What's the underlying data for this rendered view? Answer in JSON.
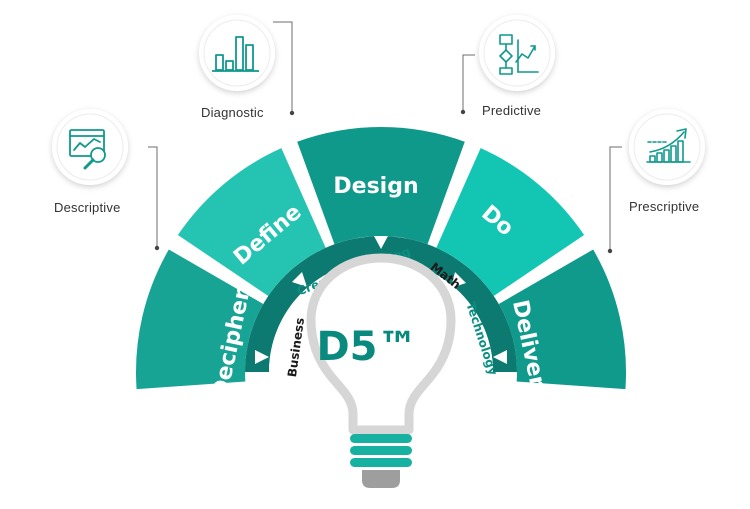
{
  "brand": "D5™",
  "stages": [
    {
      "id": "decipher",
      "label": "Decipher",
      "color": "#17a495"
    },
    {
      "id": "define",
      "label": "Define",
      "color": "#25c4b2"
    },
    {
      "id": "design",
      "label": "Design",
      "color": "#0f998b"
    },
    {
      "id": "do",
      "label": "Do",
      "color": "#12c6b3"
    },
    {
      "id": "deliver",
      "label": "Deliver",
      "color": "#0f9a8c"
    }
  ],
  "pillars": [
    {
      "id": "business",
      "label": "Business",
      "color": "#1a1a1a"
    },
    {
      "id": "creative",
      "label": "Creative Thinking",
      "color": "#0c8f83"
    },
    {
      "id": "math",
      "label": "Math",
      "color": "#1a1a1a"
    },
    {
      "id": "technology",
      "label": "Technology",
      "color": "#0c8f83"
    }
  ],
  "analytics": [
    {
      "id": "descriptive",
      "label": "Descriptive",
      "icon": "magnifier-chart-icon"
    },
    {
      "id": "diagnostic",
      "label": "Diagnostic",
      "icon": "bar-chart-icon"
    },
    {
      "id": "predictive",
      "label": "Predictive",
      "icon": "flowchart-icon"
    },
    {
      "id": "prescriptive",
      "label": "Prescriptive",
      "icon": "trend-arrow-icon"
    }
  ],
  "colors": {
    "teal_dark": "#0f8f83",
    "teal_inner": "#0c7a70",
    "bulb_outline": "#d4d4d4",
    "bulb_base": "#16b1a1",
    "bulb_cap": "#9e9e9e"
  }
}
